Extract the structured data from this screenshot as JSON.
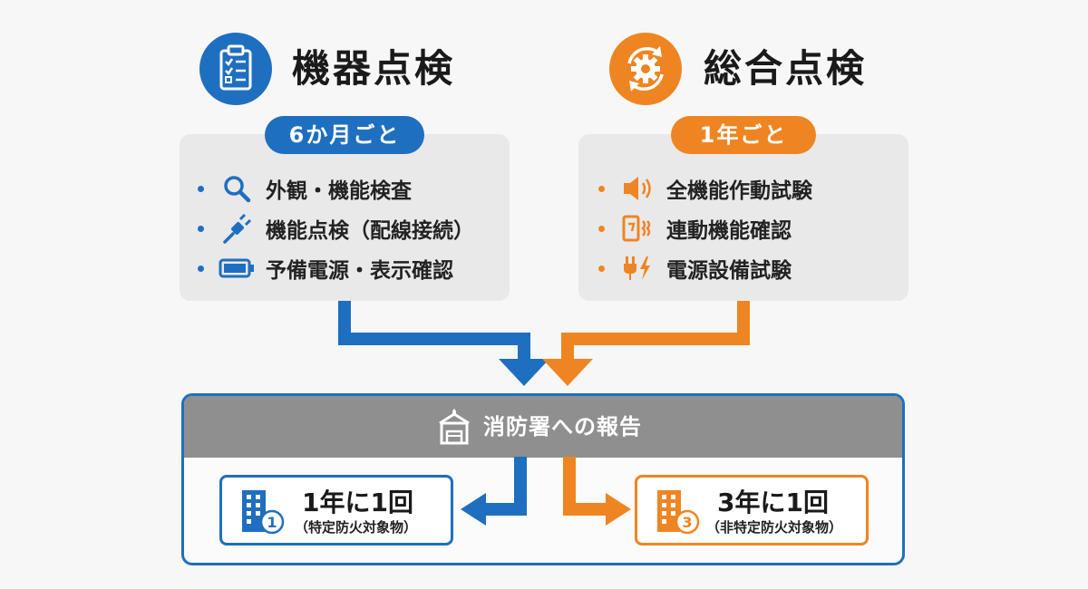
{
  "colors": {
    "blue": "#1f6fc0",
    "orange": "#ef8522",
    "gray_bar": "#8f8f8f",
    "panel": "#e9e9ea"
  },
  "equipment": {
    "title": "機器点検",
    "icon": "clipboard-checklist-icon",
    "frequency": "6か月ごと",
    "items": [
      {
        "label": "外観・機能検査",
        "icon": "magnifier-icon"
      },
      {
        "label": "機能点検（配線接続）",
        "icon": "plug-cable-icon"
      },
      {
        "label": "予備電源・表示確認",
        "icon": "battery-icon"
      }
    ]
  },
  "comprehensive": {
    "title": "総合点検",
    "icon": "gear-cycle-icon",
    "frequency": "1年ごと",
    "items": [
      {
        "label": "全機能作動試験",
        "icon": "speaker-icon"
      },
      {
        "label": "連動機能確認",
        "icon": "linked-device-icon"
      },
      {
        "label": "電源設備試験",
        "icon": "power-plug-bolt-icon"
      }
    ]
  },
  "report": {
    "title": "消防署への報告",
    "icon": "fire-station-icon",
    "specific": {
      "main": "1年に1回",
      "note": "（特定防火対象物）",
      "badge": "1"
    },
    "non_specific": {
      "main": "3年に1回",
      "note": "（非特定防火対象物）",
      "badge": "3"
    }
  }
}
